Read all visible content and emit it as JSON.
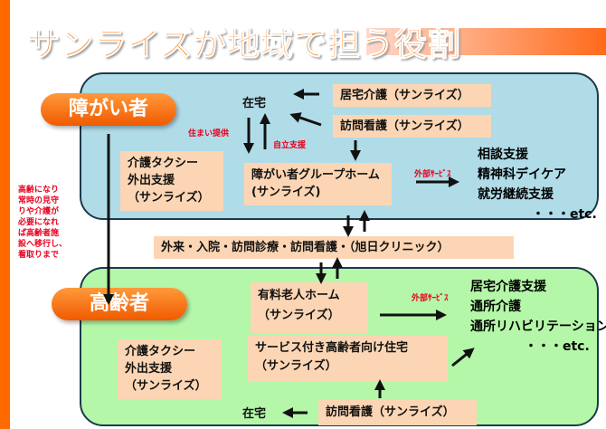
{
  "title": "サンライズが地域で担う役割",
  "disabled": {
    "badge": "障がい者",
    "home": "在宅",
    "home_care": "居宅介護（サンライズ）",
    "visit_nursing": "訪問看護（サンライズ）",
    "housing_label": "住まい提供",
    "independence_label": "自立支援",
    "taxi": [
      "介護タクシー",
      "外出支援",
      "（サンライズ）"
    ],
    "group_home": [
      "障がい者グループホーム",
      "(サンライズ)"
    ],
    "external_label": "外部ｻｰﾋﾞｽ",
    "external": [
      "相談支援",
      "精神科デイケア",
      "就労継続支援",
      "・・・etc."
    ]
  },
  "transition_note": [
    "高齢になり",
    "常時の見守",
    "りや介護が",
    "必要になれ",
    "ば高齢者施",
    "設へ移行し、",
    "看取りまで"
  ],
  "clinic": "外来・入院・訪問診療・訪問看護・（旭日クリニック）",
  "elderly": {
    "badge": "高齢者",
    "nursing_home": [
      "有料老人ホーム",
      "（サンライズ）"
    ],
    "service_housing": [
      "サービス付き高齢者向け住宅",
      "（サンライズ）"
    ],
    "taxi": [
      "介護タクシー",
      "外出支援",
      "（サンライズ）"
    ],
    "external_label": "外部ｻｰﾋﾞｽ",
    "external": [
      "居宅介護支援",
      "通所介護",
      "通所リハビリテーション",
      "・・・etc."
    ],
    "visit_nursing": "訪問看護（サンライズ）",
    "home": "在宅"
  }
}
